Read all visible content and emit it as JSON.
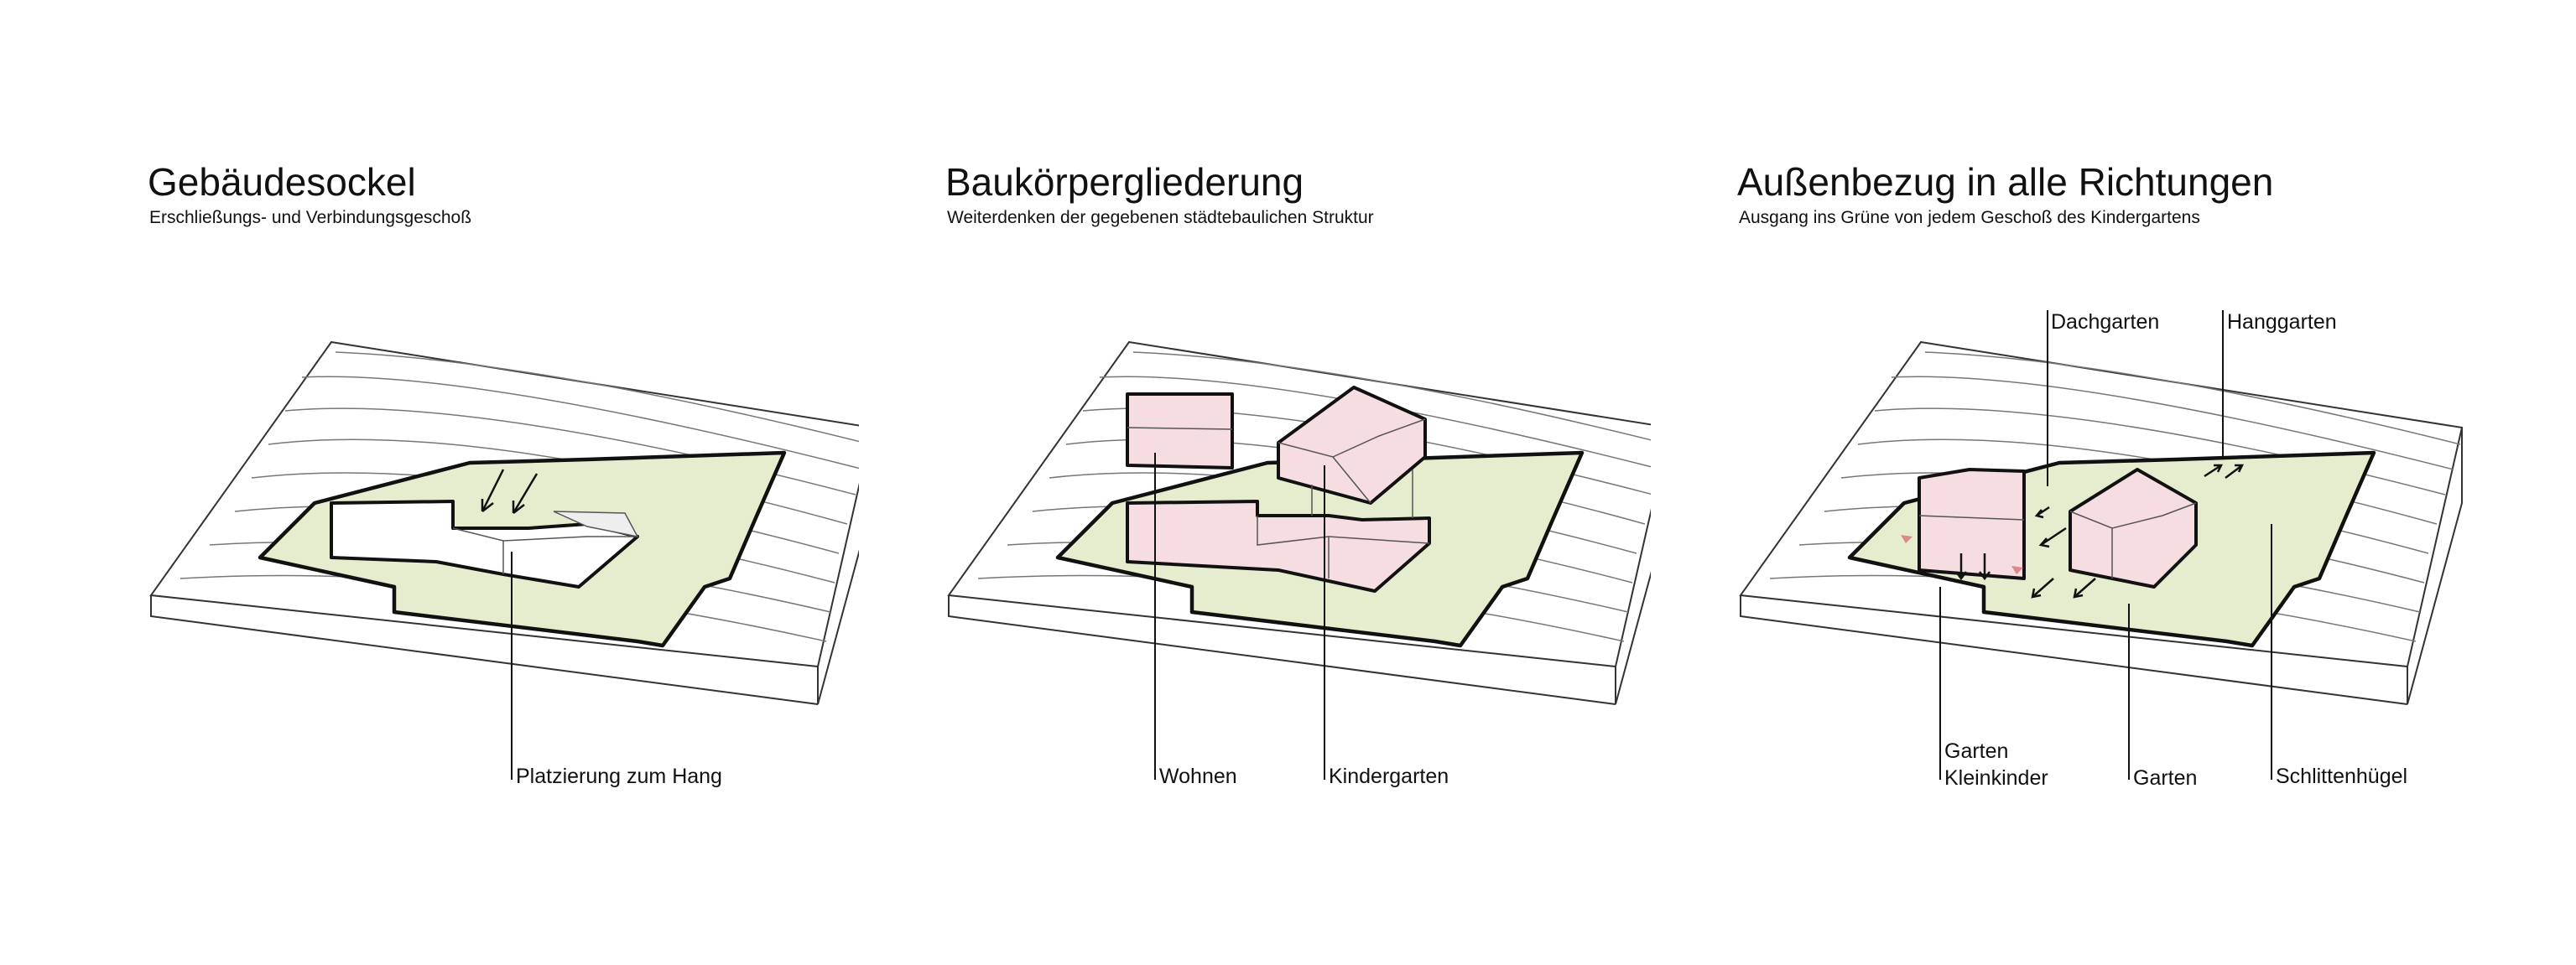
{
  "panels": [
    {
      "title": "Gebäudesockel",
      "subtitle": "Erschließungs- und Verbindungsgeschoß",
      "labels": [
        "Platzierung zum Hang"
      ]
    },
    {
      "title": "Baukörpergliederung",
      "subtitle": "Weiterdenken der gegebenen städtebaulichen Struktur",
      "labels": [
        "Wohnen",
        "Kindergarten"
      ]
    },
    {
      "title": "Außenbezug in alle Richtungen",
      "subtitle": "Ausgang ins Grüne von jedem Geschoß des Kindergartens",
      "labels": [
        "Dachgarten",
        "Hanggarten",
        "Garten Kleinkinder",
        "Garten",
        "Schlittenhügel"
      ]
    }
  ],
  "colors": {
    "site_green": "#e6edcf",
    "building_pink": "#f5dde1",
    "line": "#111111"
  }
}
